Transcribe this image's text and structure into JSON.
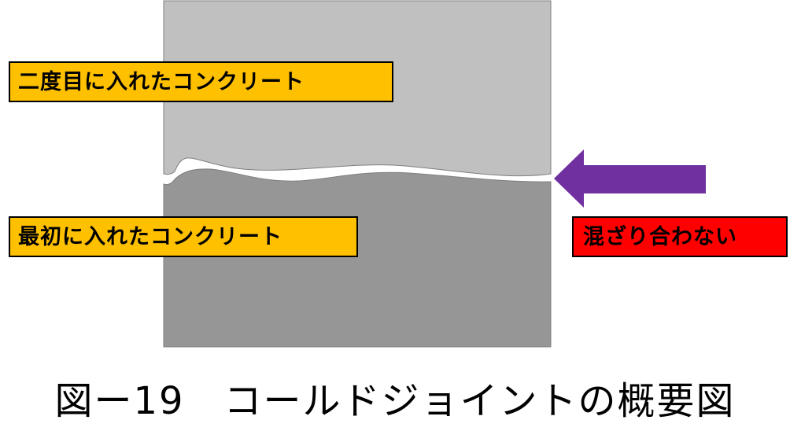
{
  "labels": {
    "second_pour": "二度目に入れたコンクリート",
    "first_pour": "最初に入れたコンクリート",
    "no_mix": "混ざり合わない"
  },
  "caption": "図ー19　コールドジョイントの概要図",
  "colors": {
    "upper_concrete": "#c0c0c0",
    "lower_concrete": "#969696",
    "arrow": "#7030a0",
    "label_orange": "#ffc000",
    "label_red": "#ff0000"
  }
}
